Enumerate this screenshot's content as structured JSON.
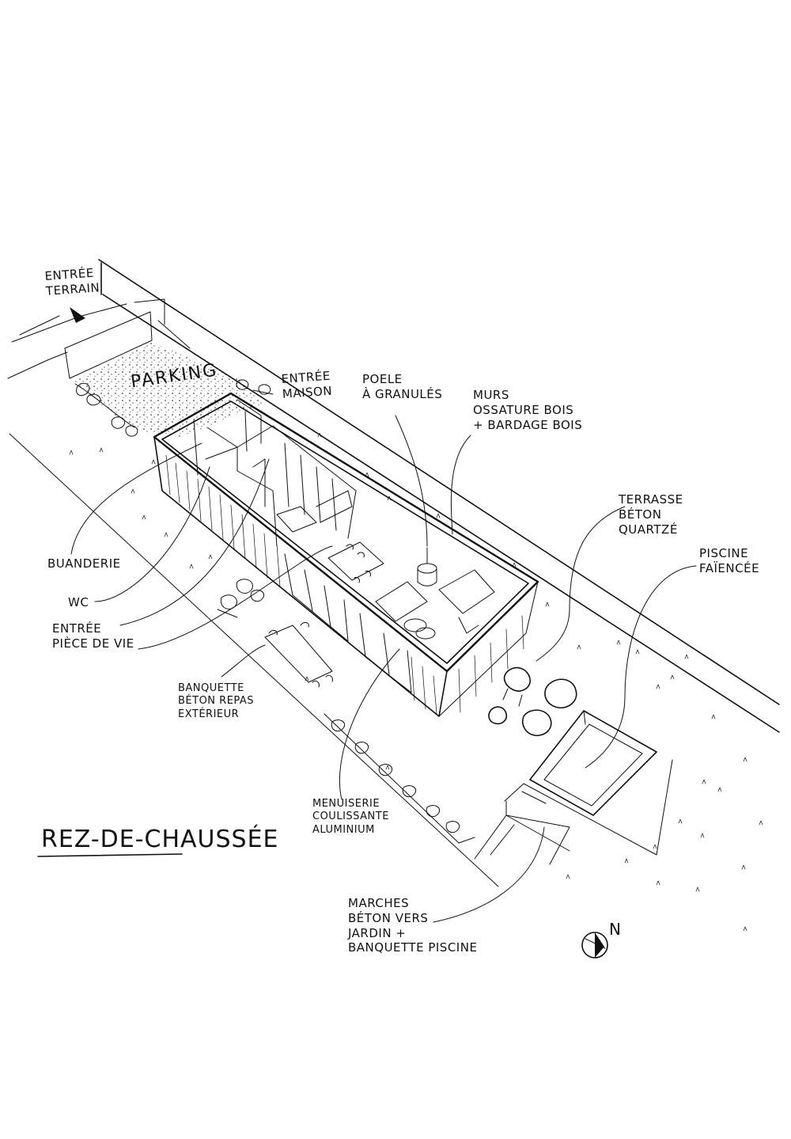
{
  "title": "Rez-de-chaussée",
  "compass": {
    "letter": "N"
  },
  "labels": {
    "entree_terrain": [
      "Entrée",
      "Terrain"
    ],
    "parking": "Parking",
    "entree_maison": [
      "Entrée",
      "Maison"
    ],
    "poele": [
      "Poele",
      "à granulés"
    ],
    "murs": [
      "Murs",
      "ossature bois",
      "+ bardage bois"
    ],
    "terrasse": [
      "Terrasse",
      "béton",
      "quartzé"
    ],
    "piscine": [
      "Piscine",
      "faïencée"
    ],
    "buanderie": "Buanderie",
    "wc": "WC",
    "entree_piece": [
      "Entrée",
      "pièce de vie"
    ],
    "banquette": [
      "Banquette",
      "béton repas",
      "extérieur"
    ],
    "menuiserie": [
      "Menuiserie",
      "coulissante",
      "aluminium"
    ],
    "marches": [
      "Marches",
      "béton vers",
      "jardin +",
      "banquette piscine"
    ]
  }
}
